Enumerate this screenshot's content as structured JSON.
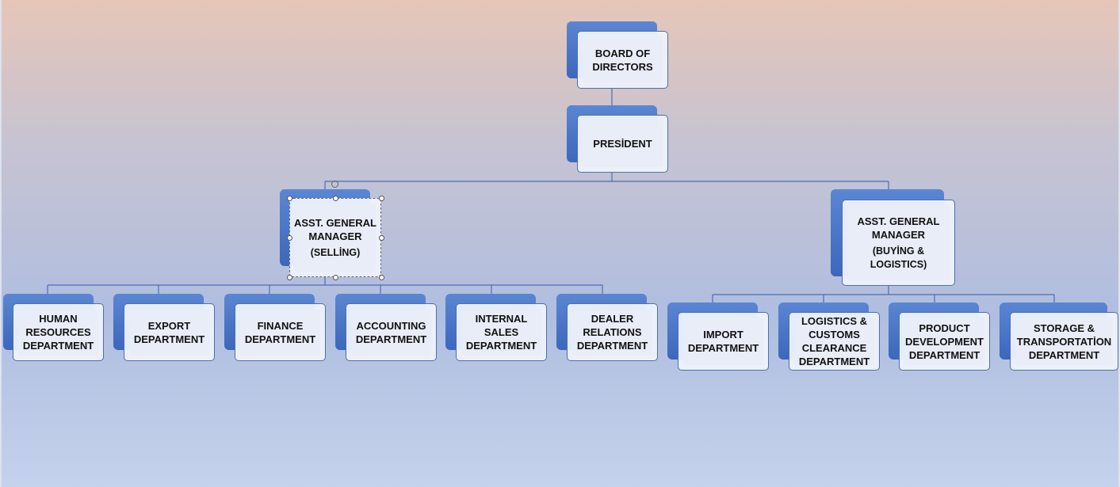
{
  "org_chart": {
    "board": {
      "label": "BOARD OF\nDIRECTORS"
    },
    "president": {
      "label": "PRESİDENT"
    },
    "agm_selling": {
      "label": "ASST. GENERAL\nMANAGER",
      "sub": "(SELLİNG)"
    },
    "agm_buying": {
      "label": "ASST. GENERAL\nMANAGER",
      "sub": "(BUYİNG &\nLOGISTICS)"
    },
    "selling_departments": [
      {
        "label": "HUMAN\nRESOURCES\nDEPARTMENT"
      },
      {
        "label": "EXPORT\nDEPARTMENT"
      },
      {
        "label": "FINANCE\nDEPARTMENT"
      },
      {
        "label": "ACCOUNTING\nDEPARTMENT"
      },
      {
        "label": "INTERNAL\nSALES\nDEPARTMENT"
      },
      {
        "label": "DEALER\nRELATIONS\nDEPARTMENT"
      }
    ],
    "buying_departments": [
      {
        "label": "IMPORT\nDEPARTMENT"
      },
      {
        "label": "LOGISTICS &\nCUSTOMS\nCLEARANCE\nDEPARTMENT"
      },
      {
        "label": "PRODUCT\nDEVELOPMENT\nDEPARTMENT"
      },
      {
        "label": "STORAGE &\nTRANSPORTATİON\nDEPARTMENT"
      }
    ]
  }
}
